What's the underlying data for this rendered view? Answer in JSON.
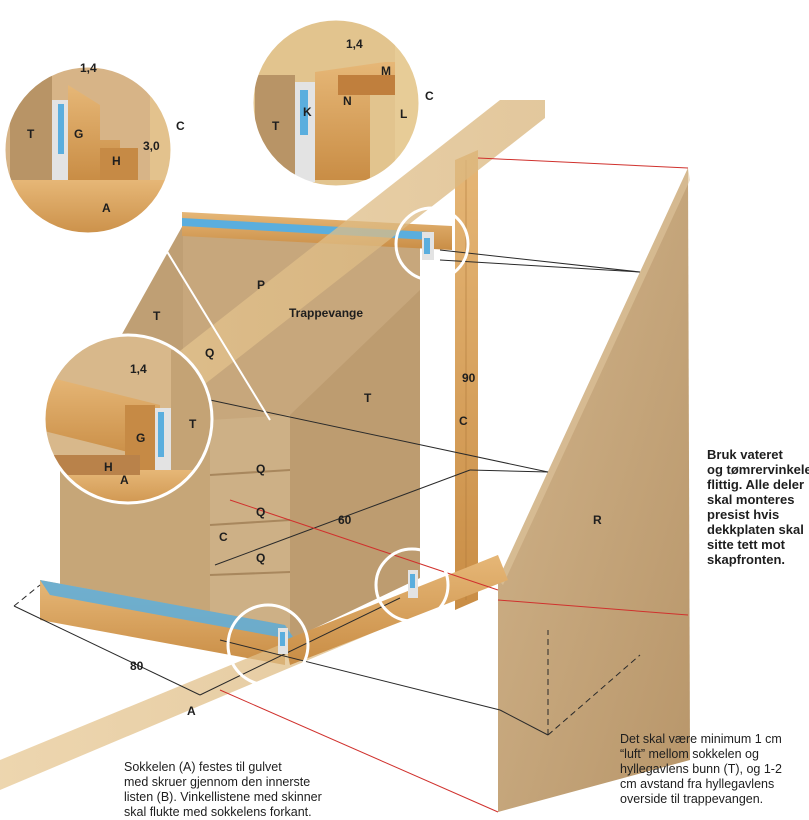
{
  "labels": {
    "trappevange": "Trappevange",
    "P": "P",
    "T": "T",
    "Q": "Q",
    "C": "C",
    "R": "R",
    "A": "A",
    "G": "G",
    "H": "H",
    "K": "K",
    "N": "N",
    "M": "M",
    "L": "L"
  },
  "dimensions": {
    "d80": "80",
    "d60": "60",
    "d90": "90",
    "d14": "1,4",
    "d30": "3,0"
  },
  "notes": {
    "right": [
      "Bruk vateret",
      "og tømrervinkelen",
      "flittig. Alle deler",
      "skal monteres",
      "presist hvis",
      "dekkplaten skal",
      "sitte tett mot",
      "skapfronten."
    ],
    "bottom_right": [
      "Det skal være minimum 1 cm",
      "“luft” mellom sokkelen og",
      "hyllegavlens bunn (T), og 1-2",
      "cm avstand fra hyllegavlens",
      "overside til trappevangen."
    ],
    "bottom_left": [
      "Sokkelen (A) festes til gulvet",
      "med skruer gjennom den innerste",
      "listen (B). Vinkellistene med skinner",
      "skal flukte med sokkelens forkant."
    ]
  },
  "colors": {
    "plywood": "#c9aa80",
    "wood": "#d8a35f",
    "rail_blue": "#5aaede",
    "red_line": "#d0312d"
  }
}
